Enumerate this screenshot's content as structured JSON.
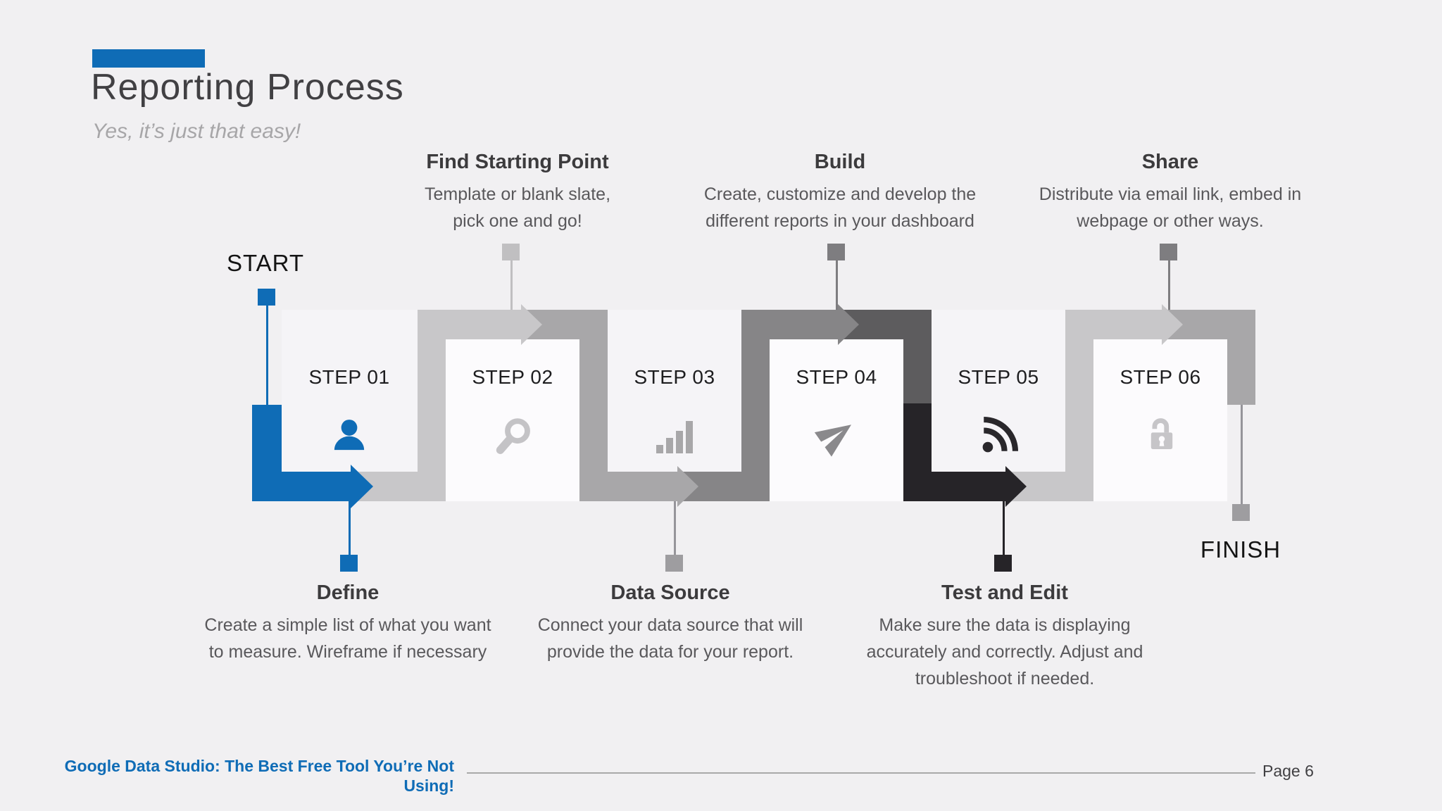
{
  "palette": {
    "accent_blue": "#0f6cb6",
    "gray_light": "#c8c7c9",
    "gray_medium": "#a8a7a9",
    "gray_mid_dark": "#868587",
    "gray_dark": "#5d5c5e",
    "near_black": "#262428",
    "background": "#f1f0f2"
  },
  "header": {
    "title": "Reporting Process",
    "subtitle": "Yes, it’s just that easy!"
  },
  "flow": {
    "start_label": "START",
    "finish_label": "FINISH"
  },
  "steps": [
    {
      "step_label": "STEP 01",
      "title": "Define",
      "description": "Create a simple list of what you want\nto measure. Wireframe if necessary",
      "icon": "user-icon",
      "side": "bottom",
      "color": "#0f6cb6"
    },
    {
      "step_label": "STEP 02",
      "title": "Find Starting Point",
      "description": "Template or blank slate,\npick one and go!",
      "icon": "search-icon",
      "side": "top",
      "color": "#c8c7c9"
    },
    {
      "step_label": "STEP 03",
      "title": "Data Source",
      "description": "Connect your data source that will\nprovide the data for your report.",
      "icon": "bar-chart-icon",
      "side": "bottom",
      "color": "#a8a7a9"
    },
    {
      "step_label": "STEP 04",
      "title": "Build",
      "description": "Create, customize and develop the\ndifferent reports in your dashboard",
      "icon": "send-icon",
      "side": "top",
      "color": "#868587"
    },
    {
      "step_label": "STEP 05",
      "title": "Test and Edit",
      "description": "Make sure the data is displaying\naccurately and correctly. Adjust and\ntroubleshoot if needed.",
      "icon": "rss-icon",
      "side": "bottom",
      "color": "#262428"
    },
    {
      "step_label": "STEP 06",
      "title": "Share",
      "description": "Distribute  via email link, embed in\nwebpage or other ways.",
      "icon": "unlock-icon",
      "side": "top",
      "color": "#c8c7c9"
    }
  ],
  "footer": {
    "reference": "Google Data Studio: The Best Free Tool You’re Not\nUsing!",
    "page_label": "Page 6"
  }
}
